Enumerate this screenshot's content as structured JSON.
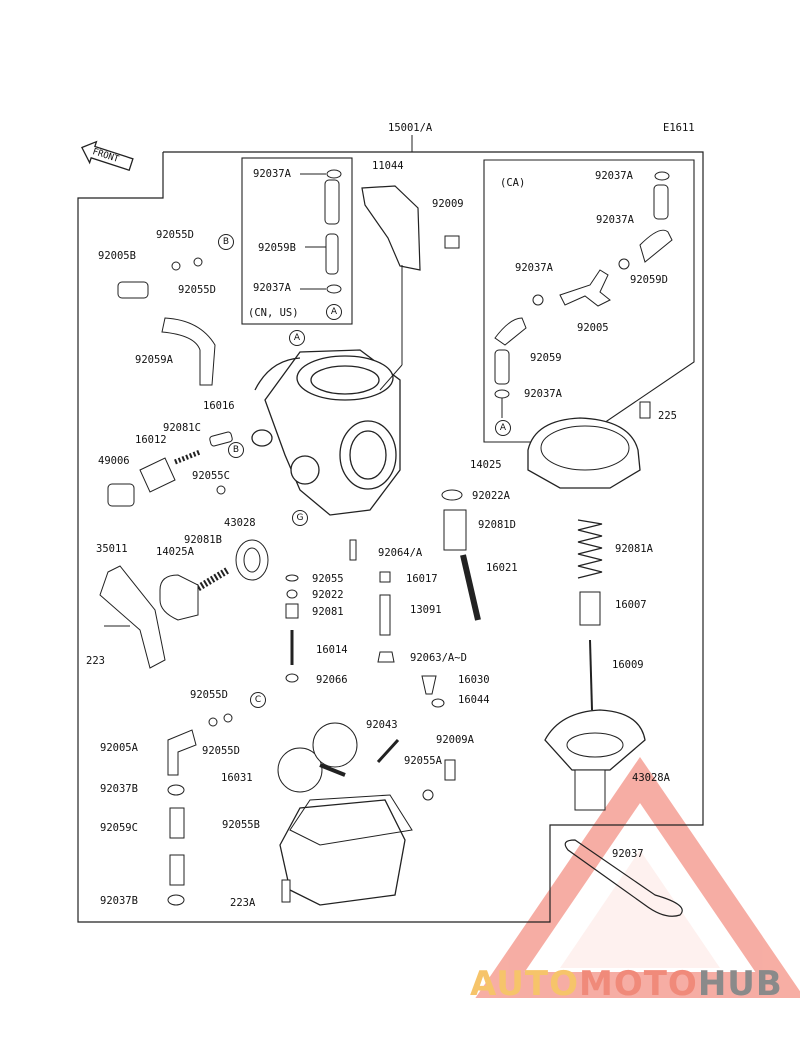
{
  "diagram": {
    "code": "E1611",
    "front_label": "FRONT",
    "assembly_no": "15001/A",
    "inset_cn_us": {
      "variant": "(CN, US)",
      "parts": [
        "92037A",
        "92059B",
        "92037A"
      ],
      "ref": "A"
    },
    "inset_ca": {
      "variant": "(CA)",
      "parts": [
        "92037A",
        "92037A",
        "92037A",
        "92059D",
        "92005",
        "92059",
        "92037A"
      ],
      "ref": "A"
    },
    "refs": {
      "a": "A",
      "b": "B",
      "c": "C",
      "g": "G"
    },
    "parts": {
      "p11044": "11044",
      "p92009": "92009",
      "p92055D_1": "92055D",
      "p92005B": "92005B",
      "p92055D_2": "92055D",
      "p92059A": "92059A",
      "p16016": "16016",
      "p92081C": "92081C",
      "p16012": "16012",
      "p49006": "49006",
      "p92055C": "92055C",
      "p43028": "43028",
      "p92081B": "92081B",
      "p35011": "35011",
      "p14025A": "14025A",
      "p223": "223",
      "p92064A": "92064/A",
      "p92055": "92055",
      "p92022": "92022",
      "p92081": "92081",
      "p16017": "16017",
      "p13091": "13091",
      "p16014": "16014",
      "p92063": "92063/A~D",
      "p92066": "92066",
      "p16030": "16030",
      "p16044": "16044",
      "p16021": "16021",
      "p92022A": "92022A",
      "p92081D": "92081D",
      "p225": "225",
      "p14025": "14025",
      "p92081A": "92081A",
      "p16007": "16007",
      "p16009": "16009",
      "p43028A": "43028A",
      "p92055D_3": "92055D",
      "p92005A": "92005A",
      "p92055D_4": "92055D",
      "p92037B_1": "92037B",
      "p92059C": "92059C",
      "p92037B_2": "92037B",
      "p92043": "92043",
      "p92009A": "92009A",
      "p92055A": "92055A",
      "p16031": "16031",
      "p92055B": "92055B",
      "p223A": "223A",
      "p92037": "92037"
    }
  },
  "watermark": {
    "part1": "AUTO",
    "part2": "MOTO",
    "part3": "HUB"
  }
}
